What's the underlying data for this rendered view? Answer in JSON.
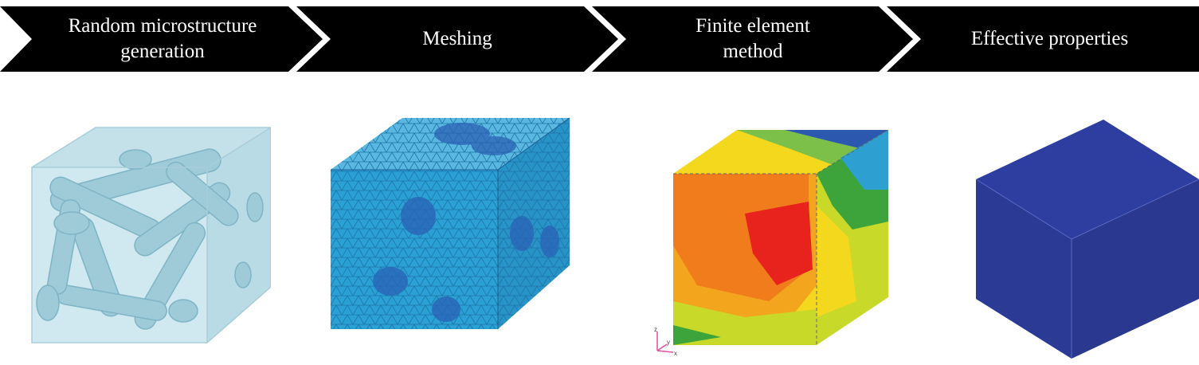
{
  "steps": [
    {
      "label": "Random microstructure\ngeneration"
    },
    {
      "label": "Meshing"
    },
    {
      "label": "Finite element\nmethod"
    },
    {
      "label": "Effective properties"
    }
  ],
  "triad": {
    "z": "z",
    "y": "y",
    "x": "x"
  },
  "colors": {
    "arrow": "#000000",
    "cube_translucent": "#c9e4ec",
    "fiber": "#9fcbd9",
    "mesh": "#2a9fd0",
    "mesh_dense": "#2a62b6",
    "fem_red": "#e8221c",
    "fem_orange": "#f07c1c",
    "fem_yellow": "#f3d81d",
    "fem_green": "#3ca43a",
    "fem_blue": "#2d58b0",
    "effective": "#2b3a94"
  },
  "icons": [
    "microstructure-cube-icon",
    "mesh-cube-icon",
    "fem-contour-cube-icon",
    "effective-cube-icon",
    "axis-triad-icon"
  ]
}
